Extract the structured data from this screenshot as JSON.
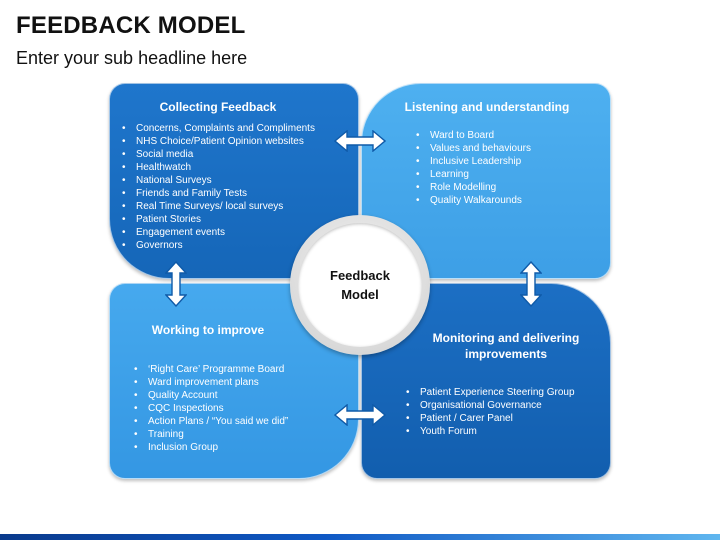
{
  "header": {
    "title": "FEEDBACK MODEL",
    "subtitle": "Enter your sub headline here"
  },
  "center": {
    "label": "Feedback Model"
  },
  "panels": [
    {
      "title": "Collecting Feedback",
      "items": [
        "Concerns, Complaints and Compliments",
        "NHS Choice/Patient Opinion websites",
        "Social media",
        "Healthwatch",
        "National Surveys",
        "Friends and Family Tests",
        "Real Time Surveys/ local surveys",
        "Patient Stories",
        "Engagement events",
        "Governors"
      ]
    },
    {
      "title": "Listening and understanding",
      "items": [
        "Ward to Board",
        "Values and behaviours",
        "Inclusive Leadership",
        "Learning",
        "Role Modelling",
        "Quality Walkarounds"
      ]
    },
    {
      "title": "Working to improve",
      "items": [
        "‘Right Care’ Programme Board",
        "Ward improvement plans",
        "Quality Account",
        "CQC Inspections",
        "Action Plans / “You said we did”",
        "Training",
        "Inclusion Group"
      ]
    },
    {
      "title": "Monitoring and delivering improvements",
      "items": [
        "Patient Experience Steering Group",
        "Organisational Governance",
        "Patient / Carer Panel",
        "Youth Forum"
      ]
    }
  ],
  "colors": {
    "dark_blue": "#1566b8",
    "light_blue": "#3d9fe6",
    "bottom_bar": "#0f58c4"
  }
}
